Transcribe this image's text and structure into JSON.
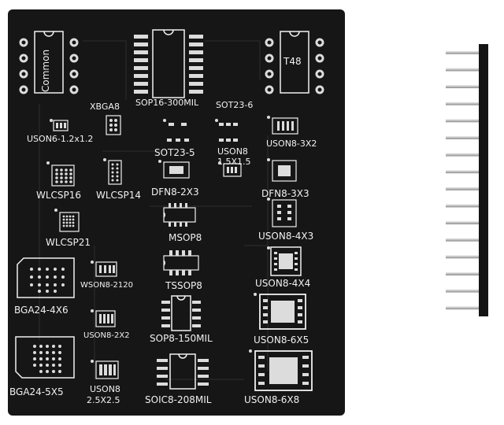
{
  "board": {
    "colors": {
      "pcb": "#161616",
      "silk": "#f1f1f1",
      "pad": "#dcdcdc"
    },
    "labels": {
      "common": "Common",
      "t48": "T48",
      "xbga8": "XBGA8",
      "sop16": "SOP16-300MIL",
      "sot23_6": "SOT23-6",
      "uson6": "USON6-1.2x1.2",
      "sot23_5": "SOT23-5",
      "uson8_line1": "USON8",
      "uson8_line2": "1.5X1.5",
      "uson8_3x2": "USON8-3X2",
      "wlcsp16": "WLCSP16",
      "wlcsp14": "WLCSP14",
      "dfn8_2x3": "DFN8-2X3",
      "dfn8_3x3": "DFN8-3X3",
      "uson8_4x3": "USON8-4X3",
      "msop8": "MSOP8",
      "wlcsp21": "WLCSP21",
      "uson8_4x4": "USON8-4X4",
      "tssop8": "TSSOP8",
      "wson8": "WSON8-2120",
      "bga24_4x6": "BGA24-4X6",
      "uson8_2x2": "USON8-2X2",
      "sop8_150": "SOP8-150MIL",
      "uson8_6x5": "USON8-6X5",
      "bga24_5x5": "BGA24-5X5",
      "uson8_25_line1": "USON8",
      "uson8_25_line2": "2.5X2.5",
      "soic8_208": "SOIC8-208MIL",
      "uson8_6x8": "USON8-6X8"
    }
  },
  "pin_header": {
    "pin_count": 16,
    "colors": {
      "plastic": "#141414",
      "pin": "#c8c8c8"
    }
  }
}
